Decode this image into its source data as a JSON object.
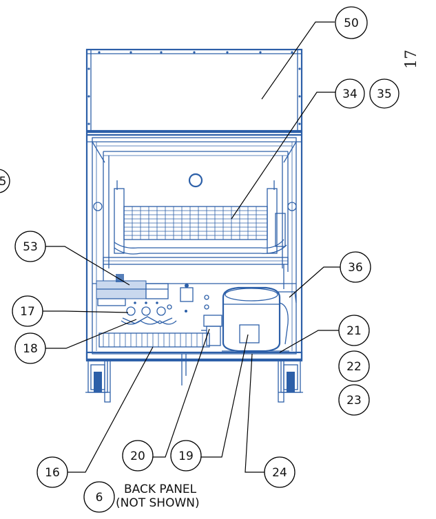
{
  "page_number": "17",
  "callouts": {
    "c50": "50",
    "c34": "34",
    "c35": "35",
    "c5": "5",
    "c53": "53",
    "c36": "36",
    "c17": "17",
    "c18": "18",
    "c21": "21",
    "c22": "22",
    "c23": "23",
    "c16": "16",
    "c20": "20",
    "c19": "19",
    "c24": "24",
    "c6": "6"
  },
  "note": {
    "line1": "BACK PANEL",
    "line2": "(NOT SHOWN)"
  }
}
